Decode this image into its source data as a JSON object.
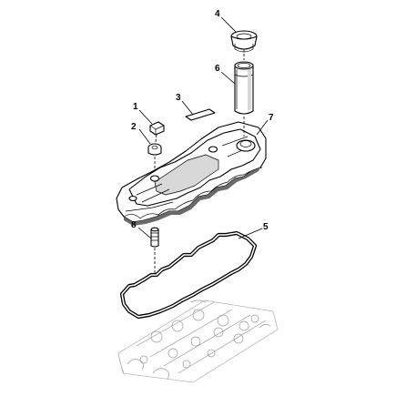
{
  "diagram": {
    "callouts": [
      {
        "num": "1",
        "part": "fastener"
      },
      {
        "num": "2",
        "part": "isolator-washer"
      },
      {
        "num": "3",
        "part": "label"
      },
      {
        "num": "4",
        "part": "oil-fill-cap"
      },
      {
        "num": "5",
        "part": "valve-cover-gasket"
      },
      {
        "num": "6",
        "part": "oil-fill-tube"
      },
      {
        "num": "7",
        "part": "valve-cover"
      },
      {
        "num": "8",
        "part": "stud"
      }
    ],
    "colors": {
      "line": "#000000",
      "ghost": "#b8b8b8",
      "background": "#ffffff"
    }
  }
}
